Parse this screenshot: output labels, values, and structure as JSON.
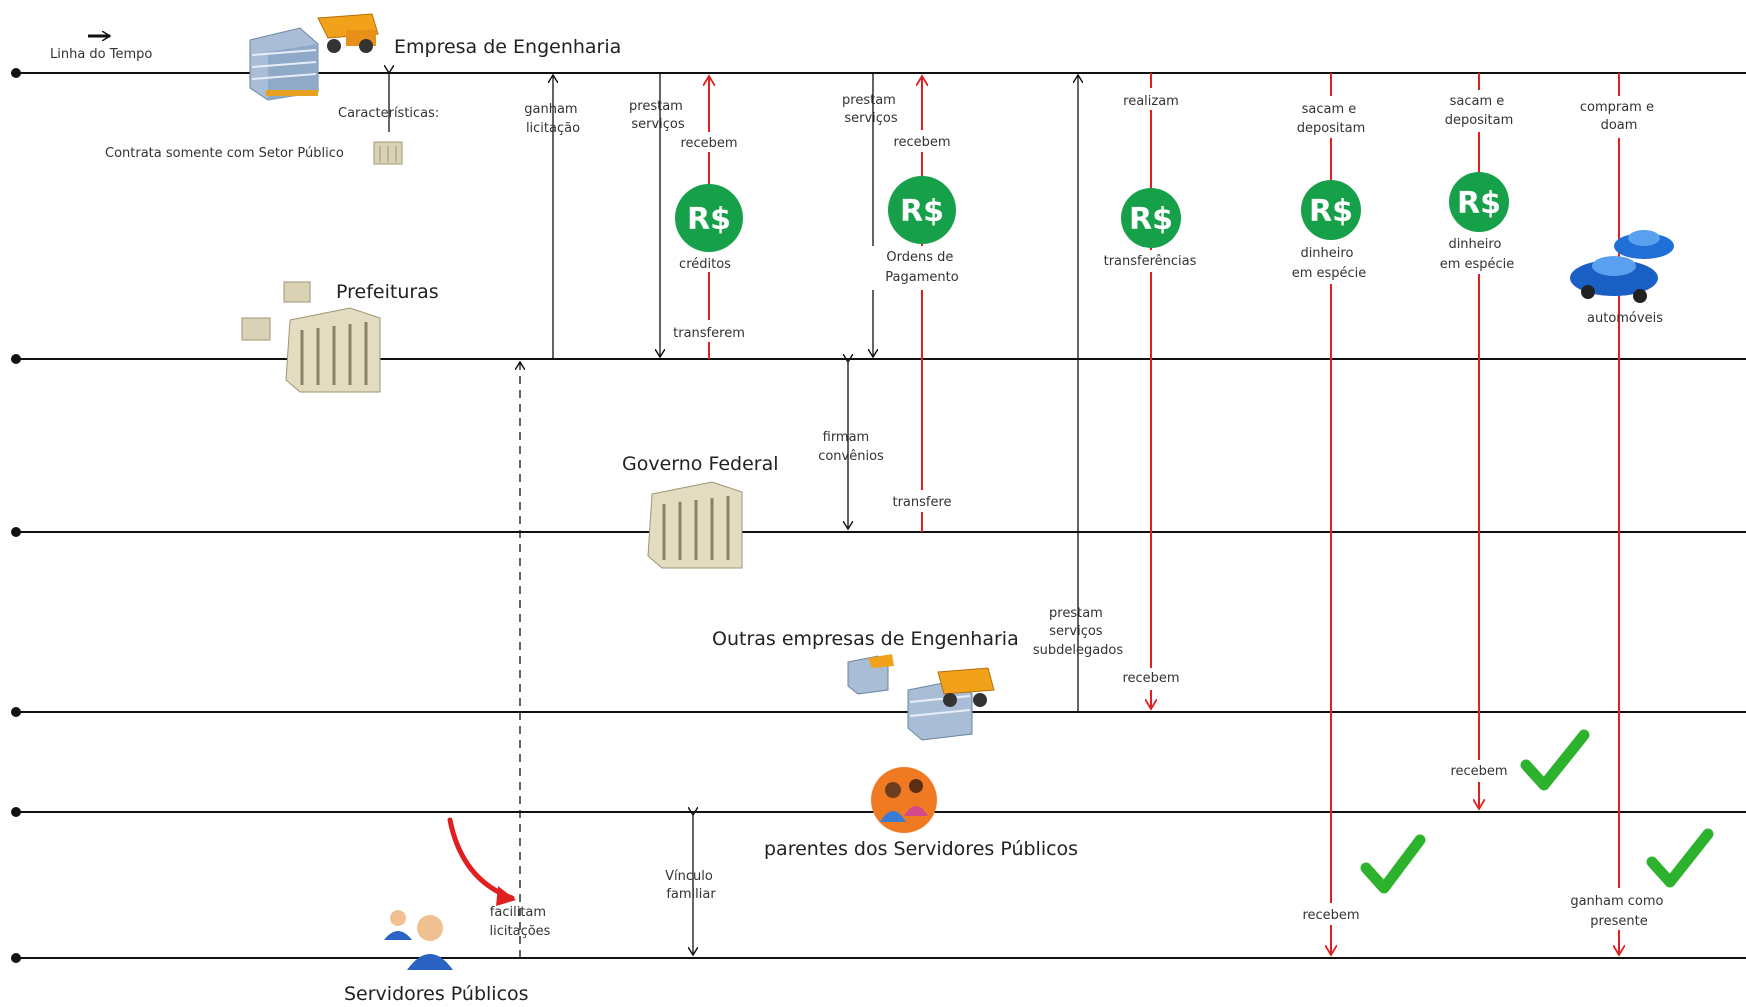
{
  "timeline_label": "Linha do Tempo",
  "entities": {
    "empresa": "Empresa de Engenharia",
    "prefeituras": "Prefeituras",
    "governo": "Governo Federal",
    "outras": "Outras empresas de Engenharia",
    "parentes": "parentes dos Servidores Públicos",
    "servidores": "Servidores Públicos"
  },
  "characteristics": {
    "label": "Características:",
    "value": "Contrata somente com Setor Público"
  },
  "money_symbol": "R$",
  "labels": {
    "ganham_licitacao": [
      "ganham",
      "licitação"
    ],
    "prestam_servicos": [
      "prestam",
      "serviços"
    ],
    "recebem": "recebem",
    "transferem": "transferem",
    "creditos": "créditos",
    "ordens": [
      "Ordens de",
      "Pagamento"
    ],
    "transfere": "transfere",
    "firmam_convenios": [
      "firmam",
      "convênios"
    ],
    "prestam_subdelegados": [
      "prestam",
      "serviços",
      "subdelegados"
    ],
    "realizam": "realizam",
    "transferencias": "transferências",
    "sacam_depositam": [
      "sacam e",
      "depositam"
    ],
    "dinheiro_especie": [
      "dinheiro",
      "em espécie"
    ],
    "compram_doam": [
      "compram e",
      "doam"
    ],
    "automoveis": "automóveis",
    "vinculo_familiar": [
      "Vínculo",
      "familiar"
    ],
    "facilitam_licitacoes": [
      "facilitam",
      "licitações"
    ],
    "ganham_presente": [
      "ganham como",
      "presente"
    ]
  },
  "colors": {
    "money_green": "#17a04a",
    "flow_red": "#e02020",
    "line_black": "#111111",
    "check_green": "#2db22d"
  }
}
